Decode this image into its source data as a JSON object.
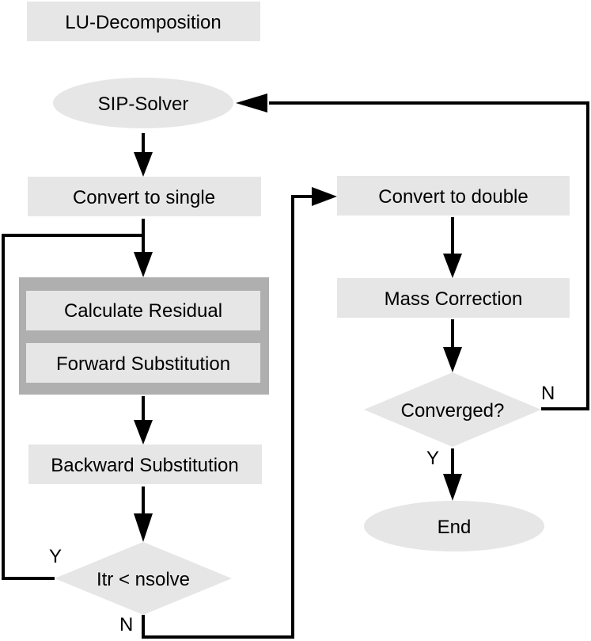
{
  "colors": {
    "box_fill": "#e6e6e6",
    "group_frame": "#afafaf",
    "stroke": "#000000"
  },
  "nodes": {
    "lu_decomposition": "LU-Decomposition",
    "sip_solver": "SIP-Solver",
    "convert_single": "Convert to single",
    "calc_residual": "Calculate Residual",
    "forward_sub": "Forward Substitution",
    "backward_sub": "Backward Substitution",
    "itr_check": "Itr < nsolve",
    "convert_double": "Convert to double",
    "mass_correction": "Mass Correction",
    "converged": "Converged?",
    "end": "End"
  },
  "edge_labels": {
    "itr_yes": "Y",
    "itr_no": "N",
    "converged_no": "N",
    "converged_yes": "Y"
  }
}
